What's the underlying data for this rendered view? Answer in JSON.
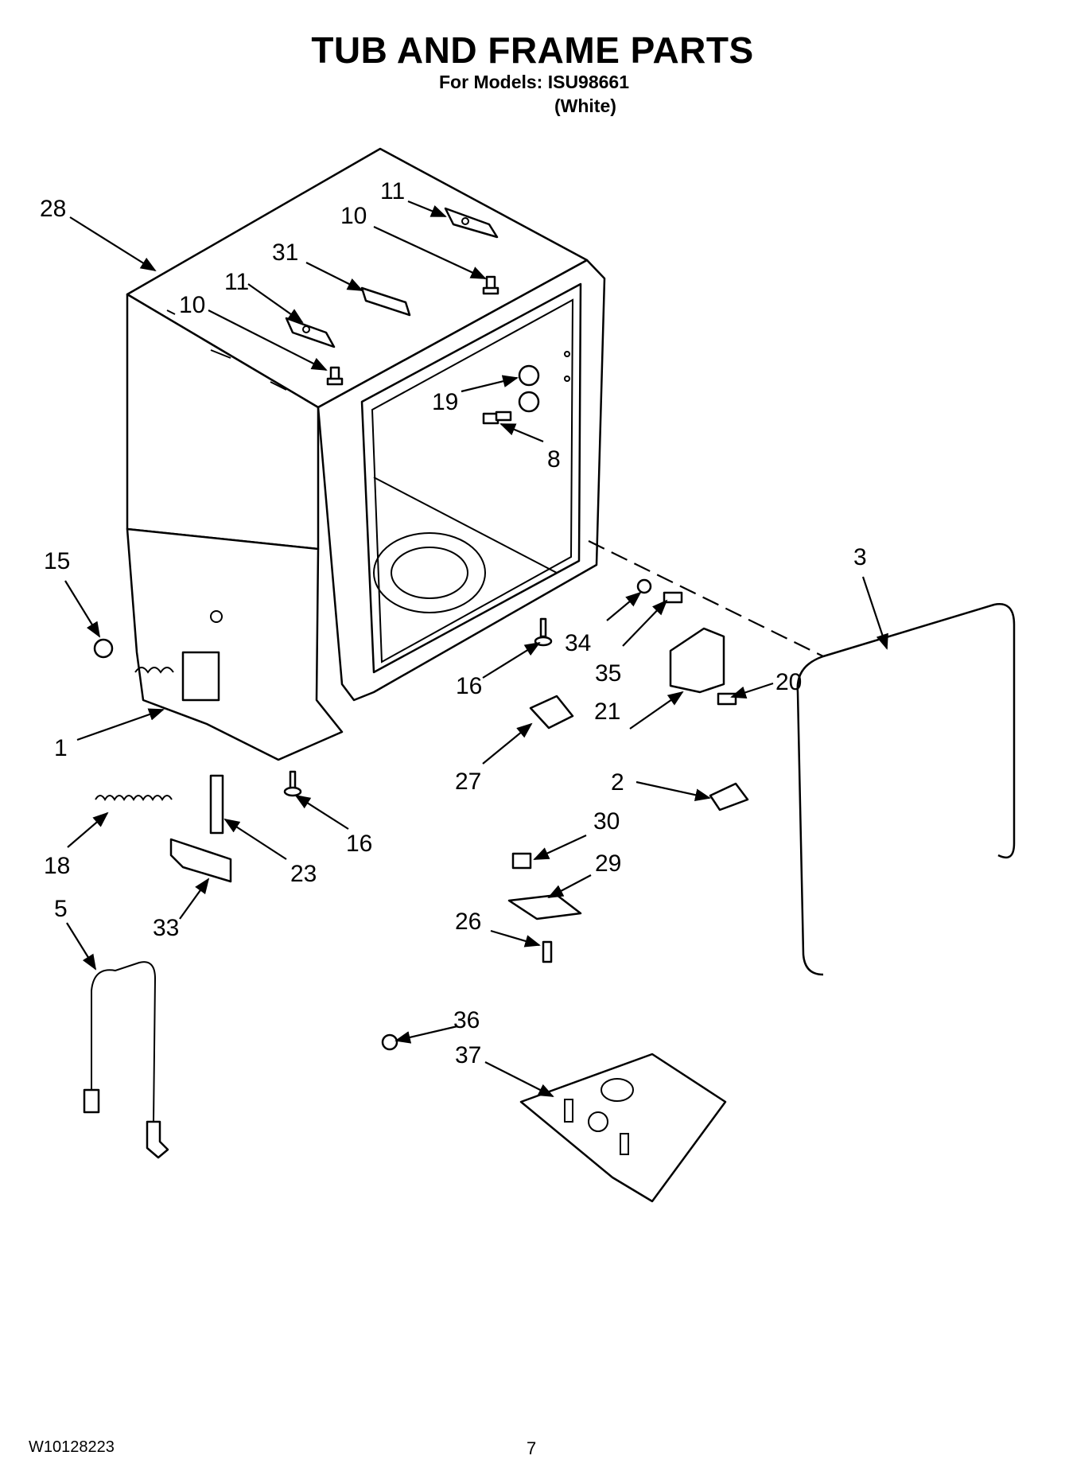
{
  "header": {
    "title": "TUB AND FRAME PARTS",
    "models_line": "For Models: ISU98661",
    "variant": "(White)"
  },
  "footer": {
    "doc_number": "W10128223",
    "page_number": "7"
  },
  "callouts": {
    "c28": "28",
    "c11a": "11",
    "c10a": "10",
    "c31": "31",
    "c11b": "11",
    "c10b": "10",
    "c19": "19",
    "c8": "8",
    "c15": "15",
    "c3": "3",
    "c34": "34",
    "c16a": "16",
    "c35": "35",
    "c20": "20",
    "c21": "21",
    "c27": "27",
    "c1": "1",
    "c2": "2",
    "c16b": "16",
    "c30": "30",
    "c18": "18",
    "c23": "23",
    "c29": "29",
    "c5": "5",
    "c33": "33",
    "c26": "26",
    "c36": "36",
    "c37": "37"
  }
}
